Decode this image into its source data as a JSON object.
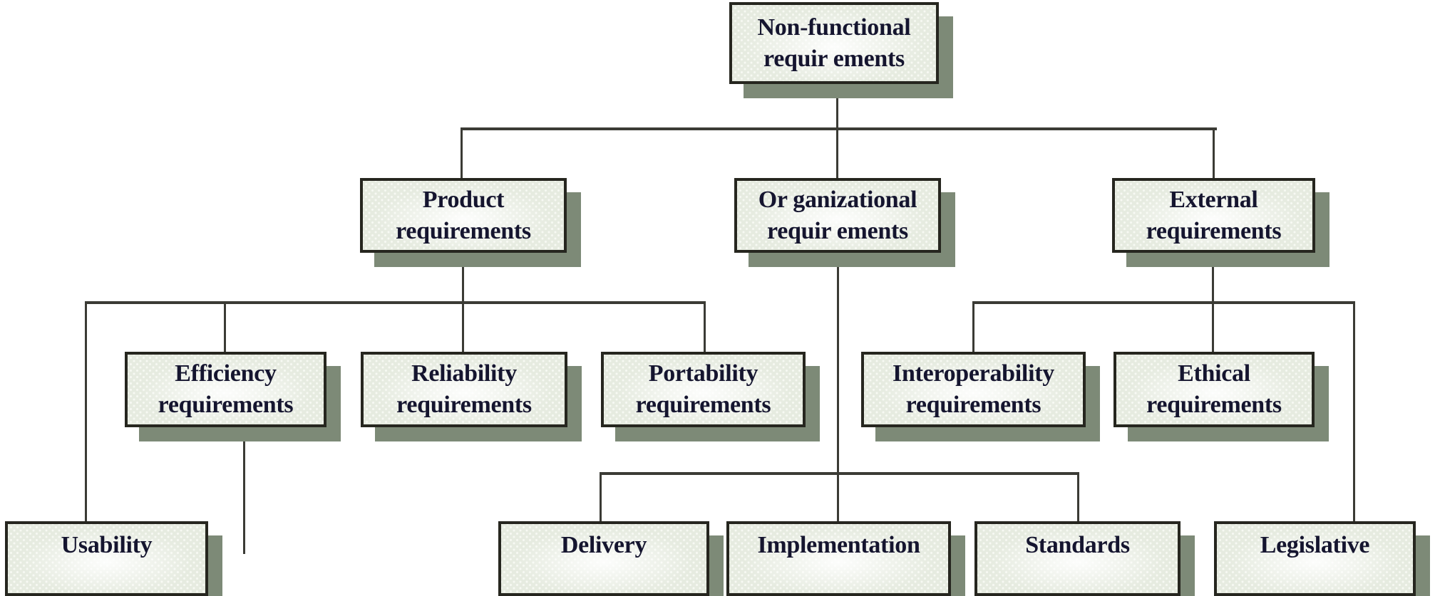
{
  "colors": {
    "page_bg": "#ffffff",
    "box_fill": "#e6ebe0",
    "dot": "#f7f9f3",
    "box_border": "#26261f",
    "box_shadow": "#7d8a77",
    "line": "#3b3b35",
    "text": "#15152f"
  },
  "nodes": {
    "root": {
      "line1": "Non-functional",
      "line2": "requir ements"
    },
    "product": {
      "line1": "Product",
      "line2": "requirements"
    },
    "organizational": {
      "line1": "Or ganizational",
      "line2": "requir ements"
    },
    "external": {
      "line1": "External",
      "line2": "requirements"
    },
    "efficiency": {
      "line1": "Efficiency",
      "line2": "requirements"
    },
    "reliability": {
      "line1": "Reliability",
      "line2": "requirements"
    },
    "portability": {
      "line1": "Portability",
      "line2": "requirements"
    },
    "interoperability": {
      "line1": "Interoperability",
      "line2": "requirements"
    },
    "ethical": {
      "line1": "Ethical",
      "line2": "requirements"
    },
    "usability": {
      "line1": "Usability"
    },
    "delivery": {
      "line1": "Delivery"
    },
    "implementation": {
      "line1": "Implementation"
    },
    "standards": {
      "line1": "Standards"
    },
    "legislative": {
      "line1": "Legislative"
    }
  }
}
